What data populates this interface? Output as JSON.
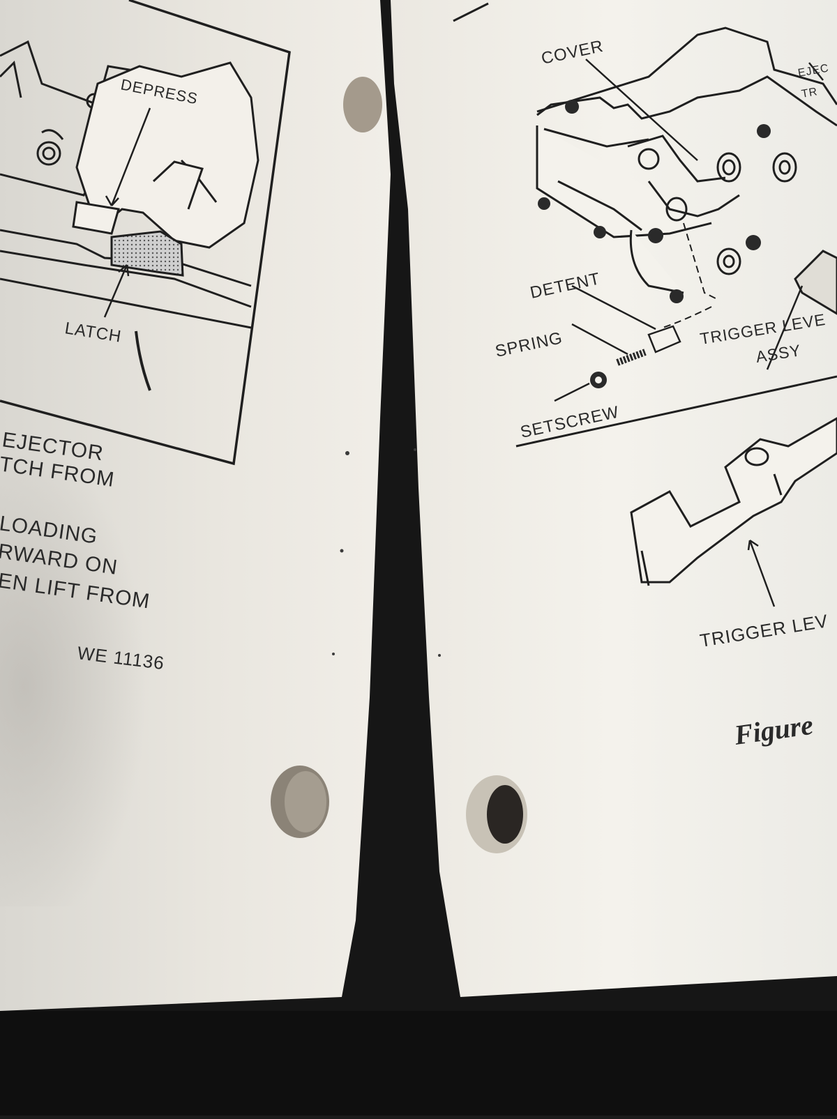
{
  "left_page": {
    "labels": {
      "depress": "DEPRESS",
      "latch": "LATCH"
    },
    "text_lines": [
      "EJECTOR",
      "TCH FROM",
      "LOADING",
      "RWARD ON",
      "EN LIFT FROM"
    ],
    "figure_code": "WE 11136"
  },
  "right_page": {
    "labels": {
      "cover": "COVER",
      "ejector_partial": "EJEC",
      "ejector_partial2": "TR",
      "detent": "DETENT",
      "spring": "SPRING",
      "setscrew": "SETSCREW",
      "trigger_lever_assy_1": "TRIGGER LEVE",
      "trigger_lever_assy_2": "ASSY",
      "trigger_lever": "TRIGGER LEV"
    },
    "figure_caption": "Figure"
  }
}
